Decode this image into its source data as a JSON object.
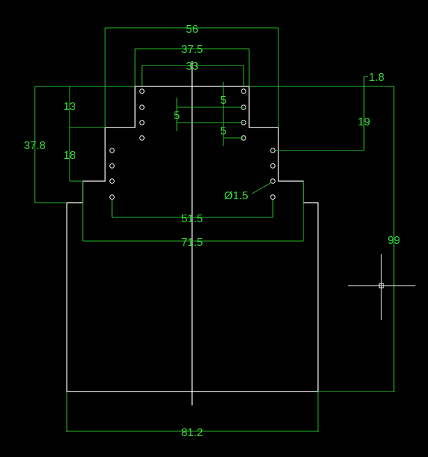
{
  "drawing": {
    "background": "#000000",
    "outline_color": "#ffffff",
    "dimension_color": "#33dd33"
  },
  "dimensions": {
    "top_width": "56",
    "upper_width": "37.5",
    "hole_row_span": "33",
    "right_offset": "1.8",
    "left_step": "13",
    "hole_pitch_a": "5",
    "hole_pitch_b": "5",
    "hole_pitch_c": "5",
    "right_step": "19",
    "left_total": "37.8",
    "left_mid": "18",
    "hole_diameter": "Ø1.5",
    "lower_hole_span": "51.5",
    "mid_width": "71.5",
    "total_height": "99",
    "bottom_width": "81.2"
  }
}
